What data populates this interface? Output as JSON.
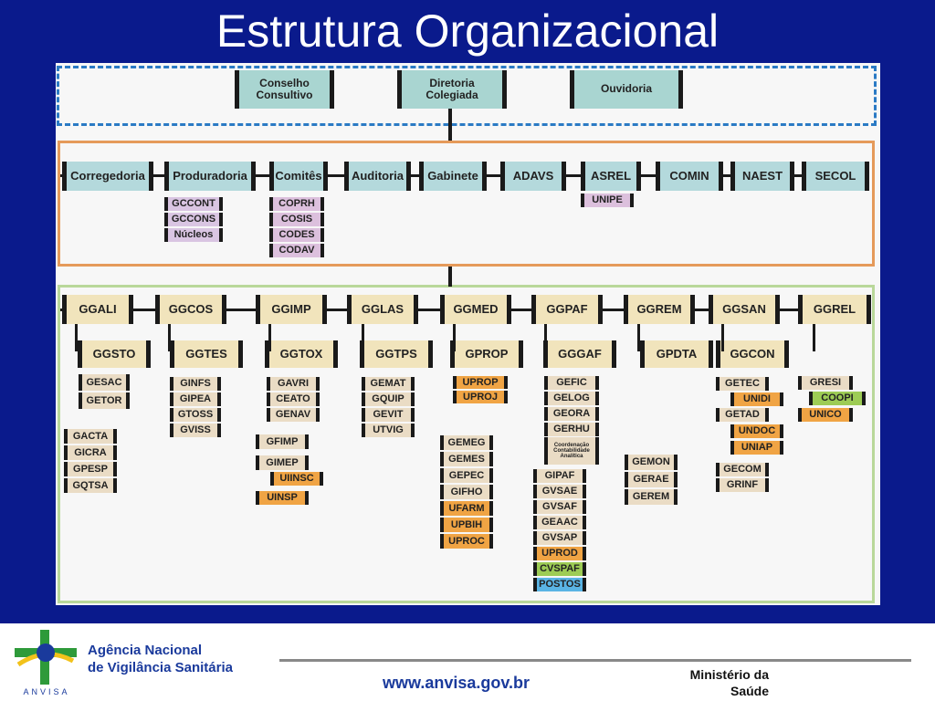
{
  "title": "Estrutura Organizacional",
  "top_level": [
    "Conselho Consultivo",
    "Diretoria Colegiada",
    "Ouvidoria"
  ],
  "second_level": [
    "Corregedoria",
    "Produradoria",
    "Comitês",
    "Auditoria",
    "Gabinete",
    "ADAVS",
    "ASREL",
    "COMIN",
    "NAEST",
    "SECOL"
  ],
  "procuradoria_units": [
    "GCCONT",
    "GCCONS",
    "Núcleos"
  ],
  "comites_units": [
    "COPRH",
    "COSIS",
    "CODES",
    "CODAV"
  ],
  "asrel_units": [
    "UNIPE"
  ],
  "third_level": [
    "GGALI",
    "GGCOS",
    "GGIMP",
    "GGLAS",
    "GGMED",
    "GGPAF",
    "GGREM",
    "GGSAN",
    "GGREL"
  ],
  "fourth_level": [
    "GGSTO",
    "GGTES",
    "GGTOX",
    "GGTPS",
    "GPROP",
    "GGGAF",
    "GPDTA",
    "GGCON"
  ],
  "units": {
    "ggsto": [
      "GESAC",
      "GETOR"
    ],
    "ggali": [
      "GACTA",
      "GICRA",
      "GPESP",
      "GQTSA"
    ],
    "ggtes": [
      "GINFS",
      "GIPEA",
      "GTOSS",
      "GVISS"
    ],
    "ggtox": [
      "GAVRI",
      "CEATO",
      "GENAV"
    ],
    "ggimp": [
      "GFIMP",
      "GIMEP",
      "UIINSC",
      "UINSP"
    ],
    "ggtps": [
      "GEMAT",
      "GQUIP",
      "GEVIT",
      "UTVIG"
    ],
    "gprop": [
      "UPROP",
      "UPROJ"
    ],
    "ggmed": [
      "GEMEG",
      "GEMES",
      "GEPEC",
      "GIFHO",
      "UFARM",
      "UPBIH",
      "UPROC"
    ],
    "gggaf": [
      "GEFIC",
      "GELOG",
      "GEORA",
      "GERHU",
      "Coordenação Contabilidade Analítica"
    ],
    "ggpaf": [
      "GIPAF",
      "GVSAE",
      "GVSAF",
      "GEAAC",
      "GVSAP",
      "UPROD",
      "CVSPAF",
      "POSTOS"
    ],
    "ggrem": [
      "GEMON",
      "GERAE",
      "GEREM"
    ],
    "ggcon": [
      "GETEC",
      "UNIDI",
      "GETAD",
      "UNDOC",
      "UNIAP",
      "GECOM",
      "GRINF"
    ],
    "ggrel": [
      "GRESI",
      "COOPI",
      "UNICO"
    ]
  },
  "footer": {
    "agency_line1": "Agência Nacional",
    "agency_line2": "de Vigilância Sanitária",
    "logo_text": "ANVISA",
    "url": "www.anvisa.gov.br",
    "ministry_line1": "Ministério da",
    "ministry_line2": "Saúde"
  },
  "colors": {
    "background": "#0a1a8c",
    "top_box": "#a9d5d1",
    "mid_box": "#b4d9dc",
    "ggg_box": "#f1e4bc",
    "unit": "#eadcc5",
    "pink": "#dcc0dd",
    "orange": "#f0a444",
    "green": "#9dcc55",
    "cyan": "#5ab4e4"
  }
}
